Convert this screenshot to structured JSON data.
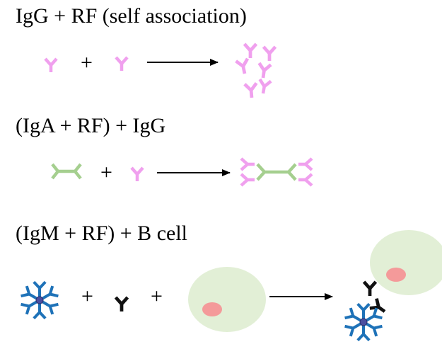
{
  "rows": [
    {
      "title": "IgG + RF (self association)"
    },
    {
      "title": "(IgA + RF) + IgG"
    },
    {
      "title": "(IgM + RF) + B cell"
    }
  ],
  "plus": "+",
  "colors": {
    "igg": "#f0a0ee",
    "iga": "#a5cf8f",
    "igm": "#1e72b8",
    "igm_core": "#4a4ea0",
    "black_ab": "#111111",
    "b_cell": "#e2efd6",
    "nucleus": "#f49a9a",
    "arrow": "#000000"
  },
  "icons": [
    "igg-antibody-icon",
    "iga-dimer-icon",
    "igm-pentamer-icon",
    "b-cell-icon",
    "reaction-arrow-icon"
  ]
}
